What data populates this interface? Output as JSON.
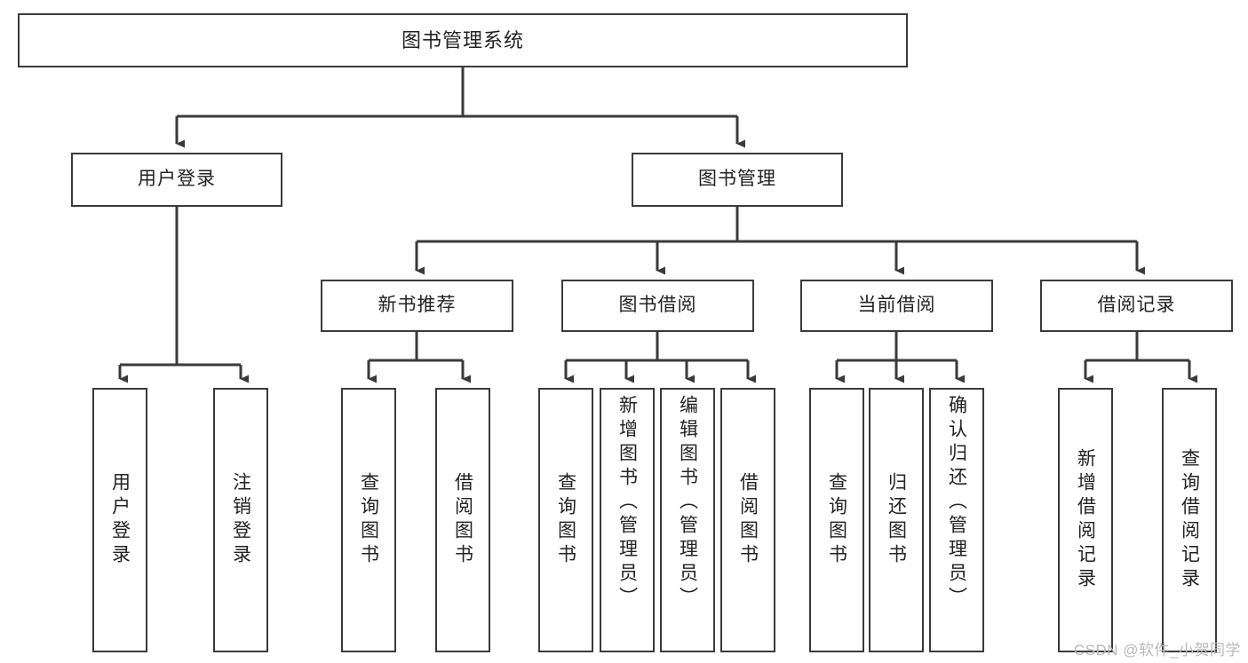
{
  "diagram": {
    "type": "tree-hierarchy",
    "root": {
      "id": "root",
      "label": "图书管理系统"
    },
    "level1": [
      {
        "id": "user-login",
        "label": "用户登录"
      },
      {
        "id": "book-management",
        "label": "图书管理"
      }
    ],
    "level2": [
      {
        "id": "new-book-recommend",
        "label": "新书推荐",
        "parent": "book-management"
      },
      {
        "id": "book-borrow",
        "label": "图书借阅",
        "parent": "book-management"
      },
      {
        "id": "current-borrow",
        "label": "当前借阅",
        "parent": "book-management"
      },
      {
        "id": "borrow-record",
        "label": "借阅记录",
        "parent": "book-management"
      }
    ],
    "leaves": [
      {
        "id": "leaf-user-login",
        "label": "用户登录",
        "parent": "user-login"
      },
      {
        "id": "leaf-logout-login",
        "label": "注销登录",
        "parent": "user-login"
      },
      {
        "id": "leaf-query-book-1",
        "label": "查询图书",
        "parent": "new-book-recommend"
      },
      {
        "id": "leaf-borrow-book-1",
        "label": "借阅图书",
        "parent": "new-book-recommend"
      },
      {
        "id": "leaf-query-book-2",
        "label": "查询图书",
        "parent": "book-borrow"
      },
      {
        "id": "leaf-add-book",
        "label": "新增图书（管理员）",
        "parent": "book-borrow"
      },
      {
        "id": "leaf-edit-book",
        "label": "编辑图书（管理员）",
        "parent": "book-borrow"
      },
      {
        "id": "leaf-borrow-book-2",
        "label": "借阅图书",
        "parent": "book-borrow"
      },
      {
        "id": "leaf-query-book-3",
        "label": "查询图书",
        "parent": "current-borrow"
      },
      {
        "id": "leaf-return-book",
        "label": "归还图书",
        "parent": "current-borrow"
      },
      {
        "id": "leaf-confirm-return",
        "label": "确认归还（管理员）",
        "parent": "current-borrow"
      },
      {
        "id": "leaf-add-record",
        "label": "新增借阅记录",
        "parent": "borrow-record"
      },
      {
        "id": "leaf-query-record",
        "label": "查询借阅记录",
        "parent": "borrow-record"
      }
    ],
    "colors": {
      "stroke": "#3a3a3a",
      "fill": "#ffffff",
      "text": "#222222",
      "watermark": "#b9b9b9"
    }
  },
  "watermark": {
    "text": "CSDN @软件_小贺同学"
  }
}
